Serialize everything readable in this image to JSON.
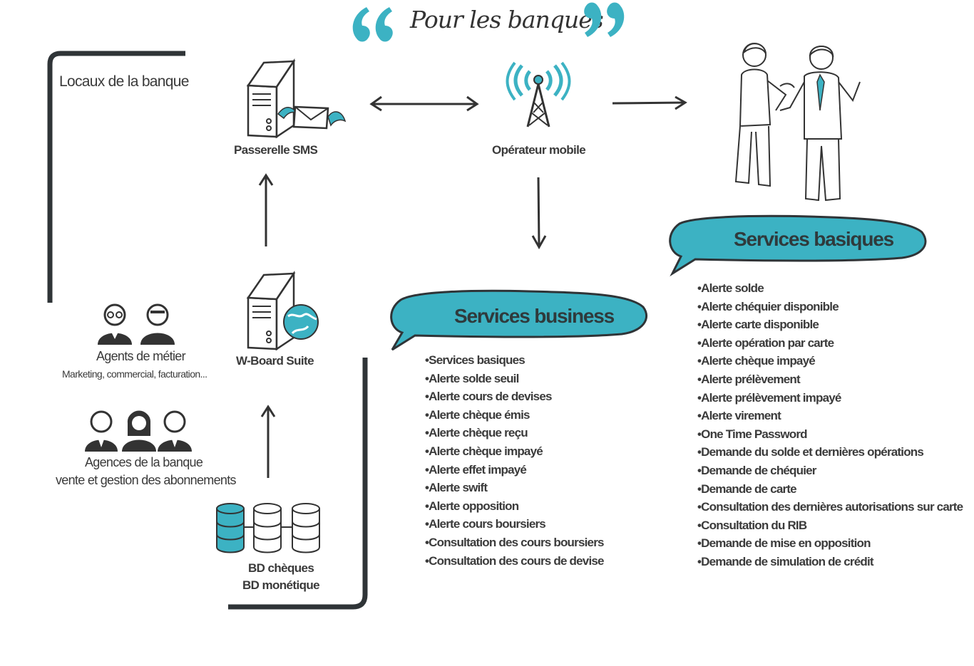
{
  "header": {
    "title": "Pour les banques"
  },
  "premises": {
    "label": "Locaux de la banque"
  },
  "nodes": {
    "sms_gateway": "Passerelle SMS",
    "mobile_operator": "Opérateur mobile",
    "wboard": "W-Board Suite",
    "business_agents": {
      "title": "Agents de métier",
      "subtitle": "Marketing, commercial, facturation..."
    },
    "bank_agencies": {
      "title": "Agences de la banque",
      "subtitle": "vente et gestion des abonnements"
    },
    "databases": {
      "line1": "BD chèques",
      "line2": "BD monétique"
    }
  },
  "business_services": {
    "title": "Services business",
    "items": [
      "Services basiques",
      "Alerte solde seuil",
      "Alerte cours de devises",
      "Alerte chèque émis",
      "Alerte chèque reçu",
      "Alerte chèque impayé",
      "Alerte effet impayé",
      "Alerte swift",
      "Alerte opposition",
      "Alerte cours boursiers",
      "Consultation des cours boursiers",
      "Consultation des cours de devise"
    ]
  },
  "basic_services": {
    "title": "Services basiques",
    "items": [
      "Alerte solde",
      "Alerte chéquier disponible",
      "Alerte carte disponible",
      "Alerte opération par carte",
      "Alerte chèque impayé",
      "Alerte prélèvement",
      "Alerte prélèvement impayé",
      "Alerte virement",
      "One Time Password",
      "Demande du solde et dernières opérations",
      "Demande de chéquier",
      "Demande de carte",
      "Consultation des dernières autorisations sur carte",
      "Consultation du RIB",
      "Demande de mise en opposition",
      "Demande de simulation de crédit"
    ]
  },
  "colors": {
    "accent": "#3cb2c3",
    "ink": "#333333",
    "frame": "#2f3437"
  }
}
